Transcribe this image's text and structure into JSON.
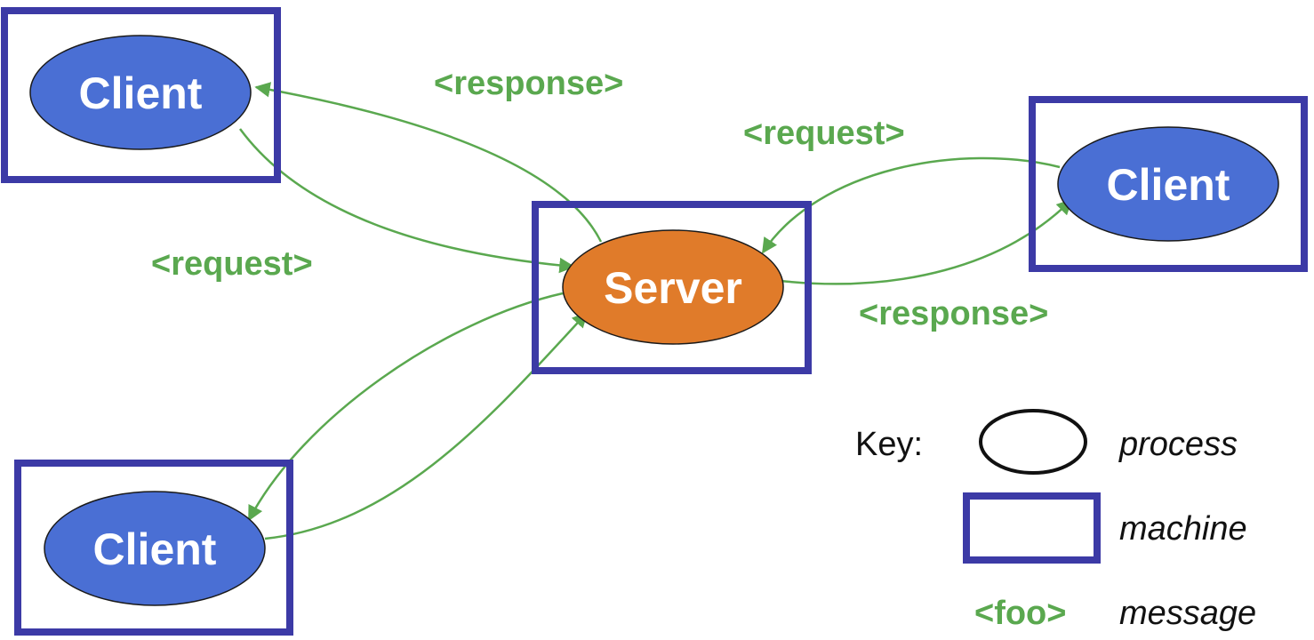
{
  "colors": {
    "machine_border": "#3c3aa6",
    "client_fill": "#4a6fd4",
    "server_fill": "#e07b2a",
    "message": "#5aa84f"
  },
  "nodes": {
    "client_top_left": "Client",
    "client_right": "Client",
    "client_bottom_left": "Client",
    "server": "Server"
  },
  "messages": {
    "response_top": "<response>",
    "request_right": "<request>",
    "request_left": "<request>",
    "response_right": "<response>"
  },
  "key": {
    "title": "Key:",
    "process": "process",
    "machine": "machine",
    "message_sample": "<foo>",
    "message": "message"
  }
}
